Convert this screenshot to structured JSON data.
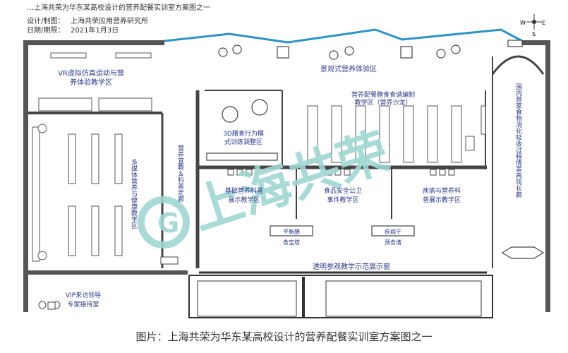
{
  "header": {
    "title_partial": "…上海共荣为华东某高校设计的营养配餐实训室方案图之一",
    "design_label": "设计/制图：",
    "designer": "上海共荣应用营养研究所",
    "date_label": "日期/期限：",
    "date": "2021年1月3日"
  },
  "compass": {
    "w": "W",
    "e": "E",
    "s": "S"
  },
  "rooms": {
    "vr": [
      "VR虚拟仿真运动与营",
      "养体验教学区"
    ],
    "scenery": "景观式营养体验区",
    "digestion": "国内首家食物消化吸收过程情景再现长廊",
    "nutrition_meal": [
      "营养配餐膳食食谱编制",
      "教学区（营养沙龙）"
    ],
    "food3d": [
      "3D膳食行为模",
      "式训练调整区"
    ],
    "propaganda": "营养宣教＆科普走廊",
    "multimedia": "多媒体营养与健康教学区",
    "basic": [
      "基础营养科普",
      "展示教学区"
    ],
    "safety": [
      "食品安全公卫",
      "事件教学区"
    ],
    "disease": [
      "疾病与营养科",
      "普展示教学区"
    ],
    "pagoda1": [
      "平衡膳",
      "食宝塔"
    ],
    "pagoda2": [
      "疾病干",
      "预食谱"
    ],
    "window": "透明参观教学示范展示窗",
    "vip": [
      "VIP来访领导",
      "专家接待室"
    ]
  },
  "watermark": "上海共荣",
  "watermark_logo": "G",
  "colors": {
    "wall": "#555555",
    "glass": "#2a93c9",
    "text": "#2c3a8c",
    "watermark": "#9fd6d2"
  },
  "caption": "图片：上海共荣为华东某高校设计的营养配餐实训室方案图之一"
}
